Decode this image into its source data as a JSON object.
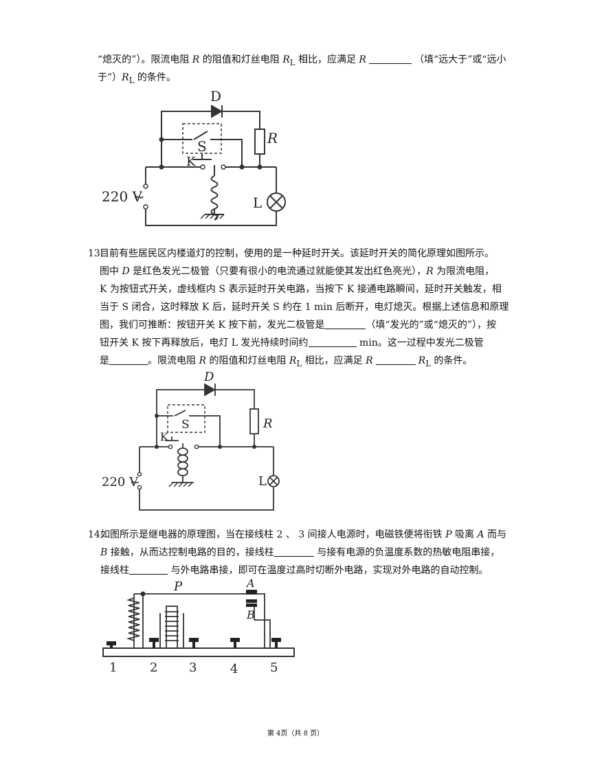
{
  "top": {
    "line1_a": "“熄灭的”）。限流电阻 ",
    "R": "R",
    "line1_b": " 的阻值和灯丝电阻 ",
    "RL": "R",
    "L": "L",
    "line1_c": " 相比，应满足 ",
    "line1_d": "（填“远大于”或“远小",
    "line2_a": "于”）",
    "line2_b": " 的条件。"
  },
  "fig1": {
    "D": "D",
    "S": "S",
    "K": "K",
    "R": "R",
    "L": "L",
    "source": "220 V"
  },
  "q13": {
    "number": "13.",
    "l1": "目前有些居民区内楼道灯的控制，使用的是一种延时开关。该延时开关的简化原理如图所示。",
    "l2a": "图中 ",
    "D": "D",
    "l2b": " 是红色发光二极管（只要有很小的电流通过就能使其发出红色亮光），",
    "R": "R",
    "l2c": " 为限流电阻，",
    "l3": "K 为按钮式开关，虚线框内 S 表示延时开关电路，当按下 K 接通电路瞬间，延时开关触发，相",
    "l4": "当于 S 闭合，这时释放 K 后，延时开关 S 约在 1 min 后断开，电灯熄灭。根据上述信息和原理",
    "l5a": "图，我们可推断：按钮开关 K 按下前，发光二极管是",
    "l5b": "（填“发光的”或“熄灭的”），按",
    "l6a": "钮开关 K 按下再释放后，电灯 L 发光持续时间约",
    "l6b": " min。这一过程中发光二极管",
    "l7a": "是",
    "l7b": "。限流电阻 ",
    "l7c": " 的阻值和灯丝电阻 ",
    "l7d": " 相比，应满足 ",
    "l7e": " 的条件。",
    "L": "L"
  },
  "fig2": {
    "D": "D",
    "S": "S",
    "K": "K",
    "R": "R",
    "L": "L",
    "source": "220 V"
  },
  "q14": {
    "number": "14.",
    "l1a": "如图所示是继电器的原理图，当在接线柱 2 、 3 间接人电源时，电磁铁便将衔铁 ",
    "P": "P",
    "l1b": " 吸离 ",
    "A": "A",
    "l1c": " 而与",
    "B": "B",
    "l2": " 接触，从而达控制电路的目的，接线柱",
    "l2b": " 与接有电源的负温度系数的热敏电阻串接，",
    "l3a": "接线柱",
    "l3b": " 与外电路串接，即可在温度过高时切断外电路，实现对外电路的自动控制。"
  },
  "fig3": {
    "P": "P",
    "A": "A",
    "B": "B",
    "terminals": [
      "1",
      "2",
      "3",
      "4",
      "5"
    ]
  },
  "footer": "第 4页（共 8 页）"
}
